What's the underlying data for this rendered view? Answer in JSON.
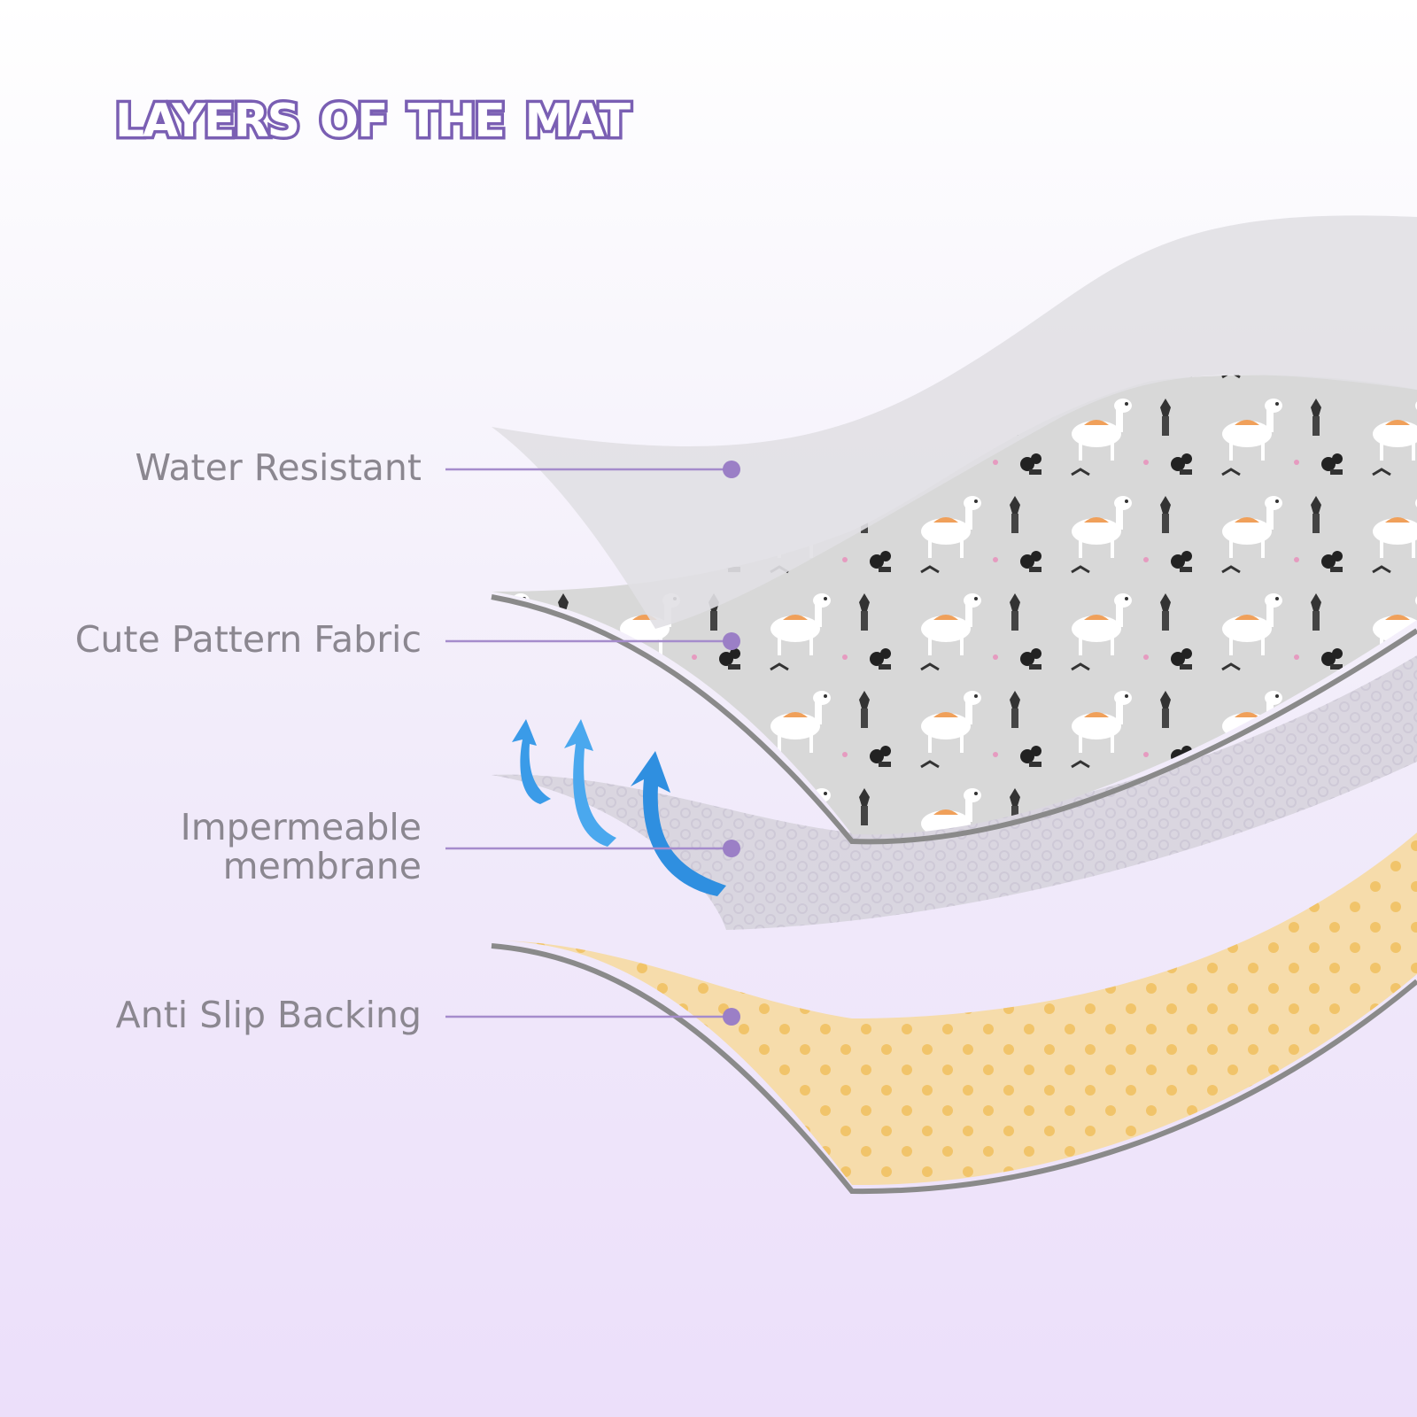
{
  "title": "Layers of the mat",
  "layers": [
    {
      "label": "Water Resistant"
    },
    {
      "label": "Cute Pattern Fabric"
    },
    {
      "label_lines": [
        "Impermeable",
        "membrane"
      ]
    },
    {
      "label": "Anti Slip Backing"
    }
  ],
  "colors": {
    "title_fill": "#ffffff",
    "title_outline": "#7a5fb3",
    "label_text": "#8b8790",
    "leader_line": "#a58ccc",
    "leader_dot": "#9b7fc6",
    "water_resistant_layer": "#e1e0e4",
    "fabric_background": "#d8d8d8",
    "membrane_layer": "#d6d3dc",
    "backing_layer": "#f6dcab",
    "arrows": "#3a9be8"
  }
}
